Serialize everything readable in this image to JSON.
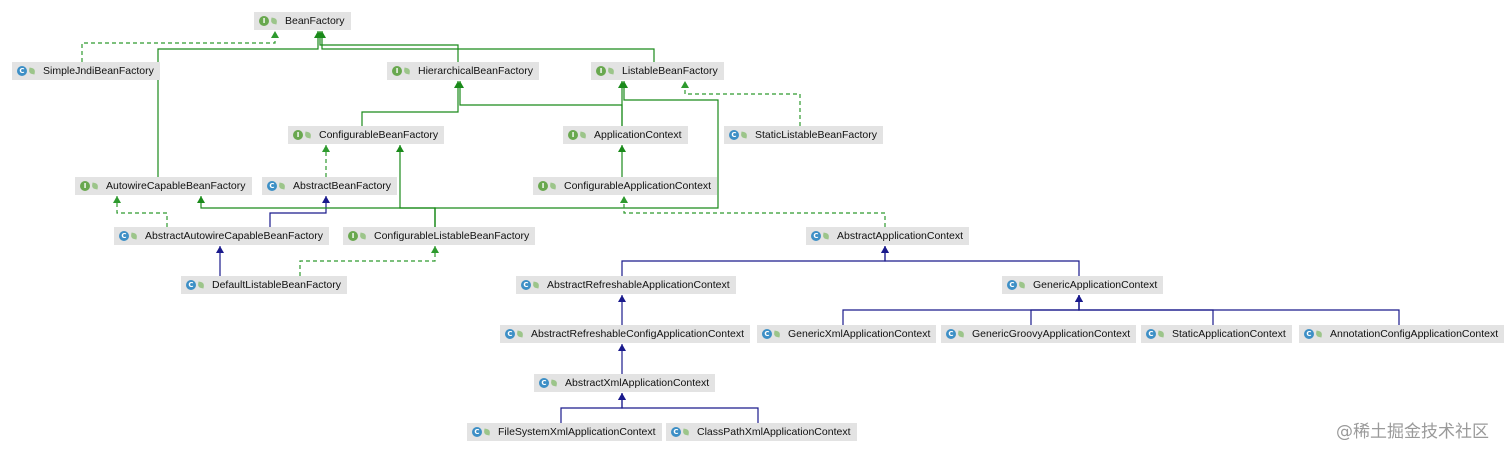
{
  "diagram": {
    "nodes": [
      {
        "id": "n1",
        "label": "BeanFactory",
        "kind": "I"
      },
      {
        "id": "n2",
        "label": "SimpleJndiBeanFactory",
        "kind": "C"
      },
      {
        "id": "n3",
        "label": "HierarchicalBeanFactory",
        "kind": "I"
      },
      {
        "id": "n4",
        "label": "ListableBeanFactory",
        "kind": "I"
      },
      {
        "id": "n5",
        "label": "ConfigurableBeanFactory",
        "kind": "I"
      },
      {
        "id": "n6",
        "label": "ApplicationContext",
        "kind": "I"
      },
      {
        "id": "n7",
        "label": "StaticListableBeanFactory",
        "kind": "C"
      },
      {
        "id": "n8",
        "label": "AutowireCapableBeanFactory",
        "kind": "I"
      },
      {
        "id": "n9",
        "label": "AbstractBeanFactory",
        "kind": "C"
      },
      {
        "id": "n10",
        "label": "ConfigurableApplicationContext",
        "kind": "I"
      },
      {
        "id": "n11",
        "label": "AbstractAutowireCapableBeanFactory",
        "kind": "C"
      },
      {
        "id": "n12",
        "label": "ConfigurableListableBeanFactory",
        "kind": "I"
      },
      {
        "id": "n13",
        "label": "AbstractApplicationContext",
        "kind": "C"
      },
      {
        "id": "n14",
        "label": "DefaultListableBeanFactory",
        "kind": "C"
      },
      {
        "id": "n15",
        "label": "AbstractRefreshableApplicationContext",
        "kind": "C"
      },
      {
        "id": "n16",
        "label": "GenericApplicationContext",
        "kind": "C"
      },
      {
        "id": "n17",
        "label": "AbstractRefreshableConfigApplicationContext",
        "kind": "C"
      },
      {
        "id": "n18",
        "label": "GenericXmlApplicationContext",
        "kind": "C"
      },
      {
        "id": "n19",
        "label": "GenericGroovyApplicationContext",
        "kind": "C"
      },
      {
        "id": "n20",
        "label": "StaticApplicationContext",
        "kind": "C"
      },
      {
        "id": "n21",
        "label": "AnnotationConfigApplicationContext",
        "kind": "C"
      },
      {
        "id": "n22",
        "label": "AbstractXmlApplicationContext",
        "kind": "C"
      },
      {
        "id": "n23",
        "label": "FileSystemXmlApplicationContext",
        "kind": "C"
      },
      {
        "id": "n24",
        "label": "ClassPathXmlApplicationContext",
        "kind": "C"
      }
    ],
    "edges": [
      {
        "from": "n2",
        "to": "n1",
        "type": "implements"
      },
      {
        "from": "n3",
        "to": "n1",
        "type": "extends-interface"
      },
      {
        "from": "n4",
        "to": "n1",
        "type": "extends-interface"
      },
      {
        "from": "n8",
        "to": "n1",
        "type": "extends-interface"
      },
      {
        "from": "n5",
        "to": "n3",
        "type": "extends-interface"
      },
      {
        "from": "n6",
        "to": "n3",
        "type": "extends-interface"
      },
      {
        "from": "n6",
        "to": "n4",
        "type": "extends-interface"
      },
      {
        "from": "n7",
        "to": "n4",
        "type": "implements"
      },
      {
        "from": "n9",
        "to": "n5",
        "type": "implements"
      },
      {
        "from": "n10",
        "to": "n6",
        "type": "extends-interface"
      },
      {
        "from": "n11",
        "to": "n8",
        "type": "implements"
      },
      {
        "from": "n11",
        "to": "n9",
        "type": "extends-class"
      },
      {
        "from": "n12",
        "to": "n8",
        "type": "extends-interface"
      },
      {
        "from": "n12",
        "to": "n5",
        "type": "extends-interface"
      },
      {
        "from": "n12",
        "to": "n4",
        "type": "extends-interface"
      },
      {
        "from": "n13",
        "to": "n10",
        "type": "implements"
      },
      {
        "from": "n14",
        "to": "n11",
        "type": "extends-class"
      },
      {
        "from": "n14",
        "to": "n12",
        "type": "implements"
      },
      {
        "from": "n15",
        "to": "n13",
        "type": "extends-class"
      },
      {
        "from": "n16",
        "to": "n13",
        "type": "extends-class"
      },
      {
        "from": "n17",
        "to": "n15",
        "type": "extends-class"
      },
      {
        "from": "n22",
        "to": "n17",
        "type": "extends-class"
      },
      {
        "from": "n18",
        "to": "n16",
        "type": "extends-class"
      },
      {
        "from": "n19",
        "to": "n16",
        "type": "extends-class"
      },
      {
        "from": "n20",
        "to": "n16",
        "type": "extends-class"
      },
      {
        "from": "n21",
        "to": "n16",
        "type": "extends-class"
      },
      {
        "from": "n23",
        "to": "n22",
        "type": "extends-class"
      },
      {
        "from": "n24",
        "to": "n22",
        "type": "extends-class"
      }
    ]
  },
  "colors": {
    "extends-interface": "#1a8a1a",
    "implements": "#2e9a2e",
    "extends-class": "#1a1a8c",
    "node_bg": "#e3e3e3",
    "interface_icon": "#69a84f",
    "class_icon": "#3d8fc6"
  },
  "watermark": "@稀土掘金技术社区"
}
